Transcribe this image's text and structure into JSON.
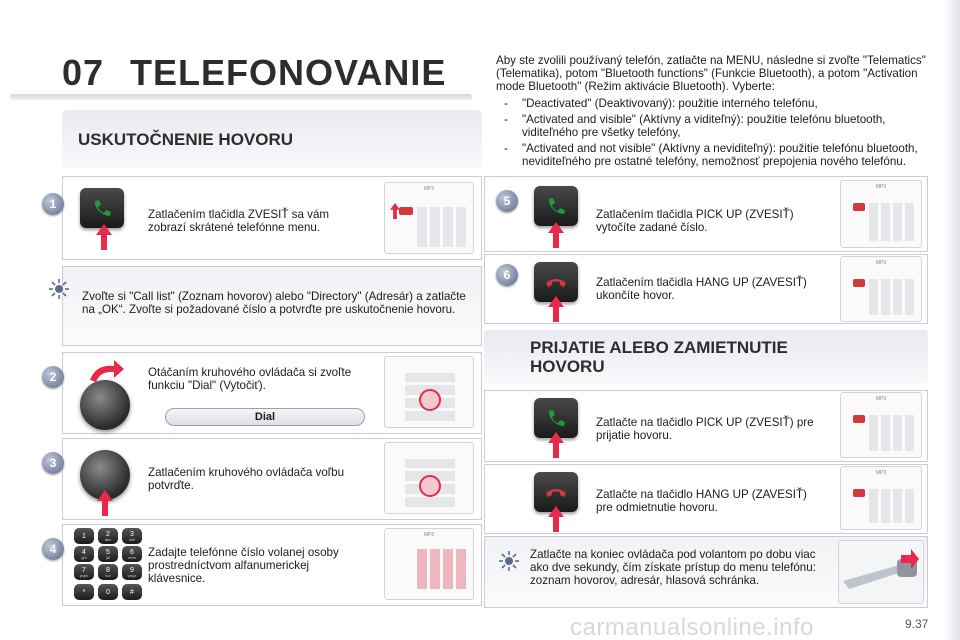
{
  "header": {
    "chapter_number": "07",
    "chapter_title": "TELEFONOVANIE"
  },
  "section_call": {
    "title": "USKUTOČNENIE HOVORU"
  },
  "section_receive": {
    "title_line1": "PRIJATIE ALEBO ZAMIETNUTIE",
    "title_line2": "HOVORU"
  },
  "intro": {
    "paragraph": "Aby ste zvolili používaný telefón, zatlačte na MENU, následne si zvoľte \"Telematics\" (Telematika), potom \"Bluetooth functions\" (Funkcie Bluetooth), a potom \"Activation mode Bluetooth\" (Režim aktivácie Bluetooth). Vyberte:",
    "items": [
      "\"Deactivated\" (Deaktivovaný): použitie interného telefónu,",
      "\"Activated and visible\" (Aktívny a viditeľný): použitie telefónu bluetooth, viditeľného pre všetky telefóny,",
      "\"Activated and not visible\" (Aktívny a neviditeľný): použitie telefónu bluetooth, neviditeľného pre ostatné telefóny, nemožnosť prepojenia nového telefónu."
    ],
    "dash": "-"
  },
  "steps": {
    "s1": {
      "number": "1",
      "text": "Zatlačením tlačidla ZVESIŤ sa vám zobrazí skrátené telefónne menu."
    },
    "tip1": {
      "text": "Zvoľte si \"Call list\" (Zoznam hovorov) alebo \"Directory\" (Adresár) a zatlačte na „OK“. Zvoľte si požadované číslo a potvrďte pre uskutočnenie hovoru."
    },
    "s2": {
      "number": "2",
      "text": "Otáčaním kruhového ovládača si zvoľte funkciu \"Dial\" (Vytočiť).",
      "pill": "Dial"
    },
    "s3": {
      "number": "3",
      "text": "Zatlačením kruhového ovládača voľbu potvrďte."
    },
    "s4": {
      "number": "4",
      "text": "Zadajte telefónne číslo volanej osoby prostredníctvom alfanumerickej klávesnice."
    },
    "s5": {
      "number": "5",
      "text": "Zatlačením tlačidla PICK UP (ZVESIŤ) vytočíte zadané číslo."
    },
    "s6": {
      "number": "6",
      "text": "Zatlačením tlačidla HANG UP (ZAVESIŤ) ukončíte hovor."
    },
    "r1": {
      "text": "Zatlačte na tlačidlo PICK UP (ZVESIŤ) pre prijatie hovoru."
    },
    "r2": {
      "text": "Zatlačte na tlačidlo HANG UP (ZAVESIŤ) pre odmietnutie hovoru."
    },
    "tip2": {
      "text": "Zatlačte na koniec ovládača pod volantom po dobu viac ako dve sekundy, čím získate prístup do menu telefónu: zoznam hovorov, adresár, hlasová schránka."
    }
  },
  "keypad_keys": [
    {
      "main": "1",
      "sub": ""
    },
    {
      "main": "2",
      "sub": "abc"
    },
    {
      "main": "3",
      "sub": "def"
    },
    {
      "main": "4",
      "sub": "ghi"
    },
    {
      "main": "5",
      "sub": "jkl"
    },
    {
      "main": "6",
      "sub": "mno"
    },
    {
      "main": "7",
      "sub": "pqrs"
    },
    {
      "main": "8",
      "sub": "tuv"
    },
    {
      "main": "9",
      "sub": "wxyz"
    },
    {
      "main": "*",
      "sub": ""
    },
    {
      "main": "0",
      "sub": ""
    },
    {
      "main": "#",
      "sub": ""
    }
  ],
  "panel_label": "MP3",
  "footer": {
    "page_number": "9.37",
    "watermark": "carmanualsonline.info"
  },
  "colors": {
    "green_button": "#1f9a3c",
    "red_button": "#d23a3a",
    "arrow": "#e8294a",
    "step_badge": "#5d6a8a"
  }
}
